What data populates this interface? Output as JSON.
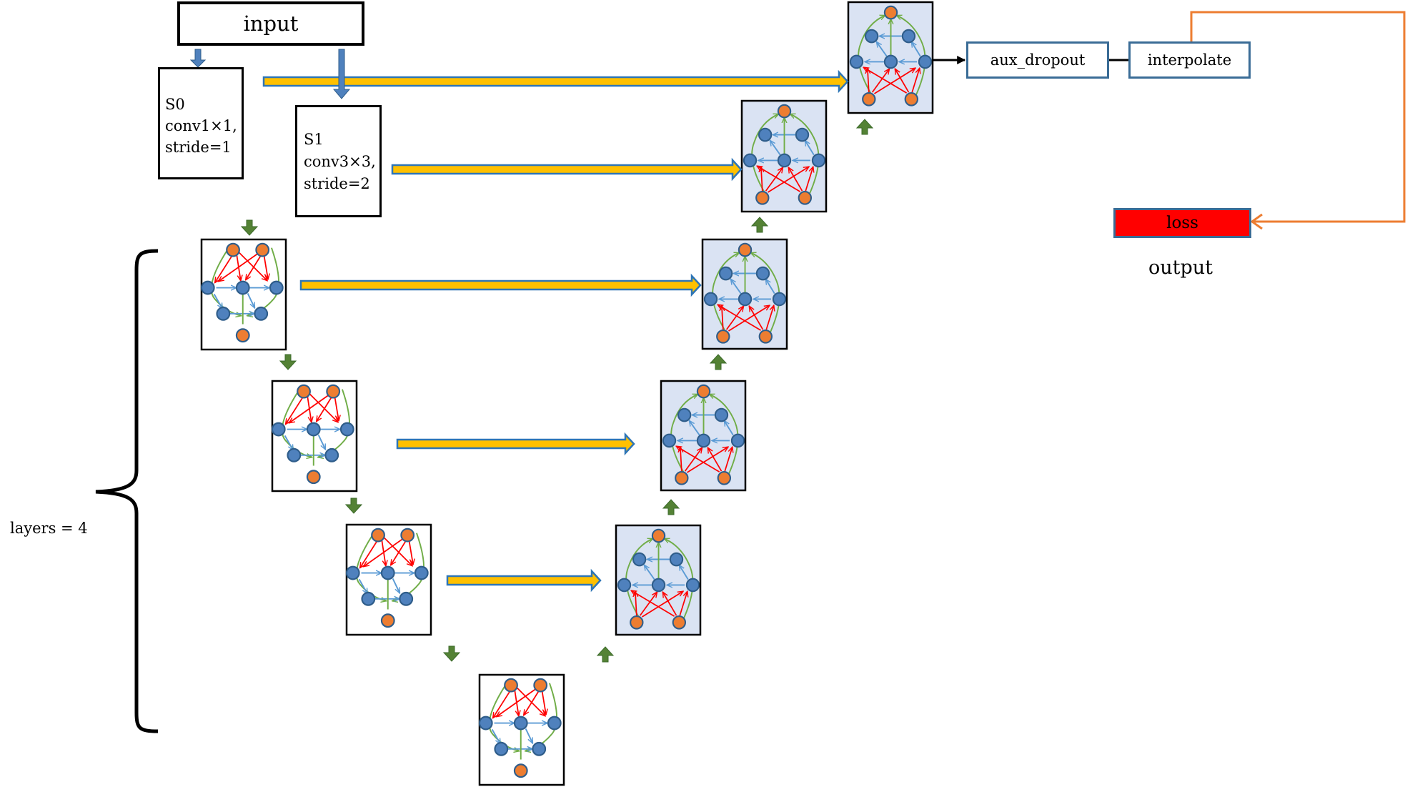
{
  "input_label": "input",
  "s0": {
    "line1": "S0",
    "line2": "conv1×1,",
    "line3": "stride=1"
  },
  "s1": {
    "line1": "S1",
    "line2": "conv3×3,",
    "line3": "stride=2"
  },
  "layers_label": "layers = 4",
  "aux_dropout_label": "aux_dropout",
  "interpolate_label": "interpolate",
  "loss_label": "loss",
  "output_label": "output",
  "colors": {
    "node_orange": "#ed7d31",
    "node_blue": "#4f81bd",
    "node_stroke": "#2f5d8a",
    "edge_red": "#ff0000",
    "edge_blue": "#5b9bd5",
    "edge_green": "#70ad47",
    "skip_fill": "#ffc000",
    "skip_stroke": "#2e75b6",
    "down_arrow_green": "#548235",
    "decoder_bg": "#dae3f3",
    "loss_fill": "#ff0000",
    "feedback_orange": "#ed7d31"
  },
  "icons": [
    "cell-graph-icon",
    "skip-arrow-icon",
    "down-arrow-icon",
    "up-arrow-icon",
    "brace-icon"
  ]
}
